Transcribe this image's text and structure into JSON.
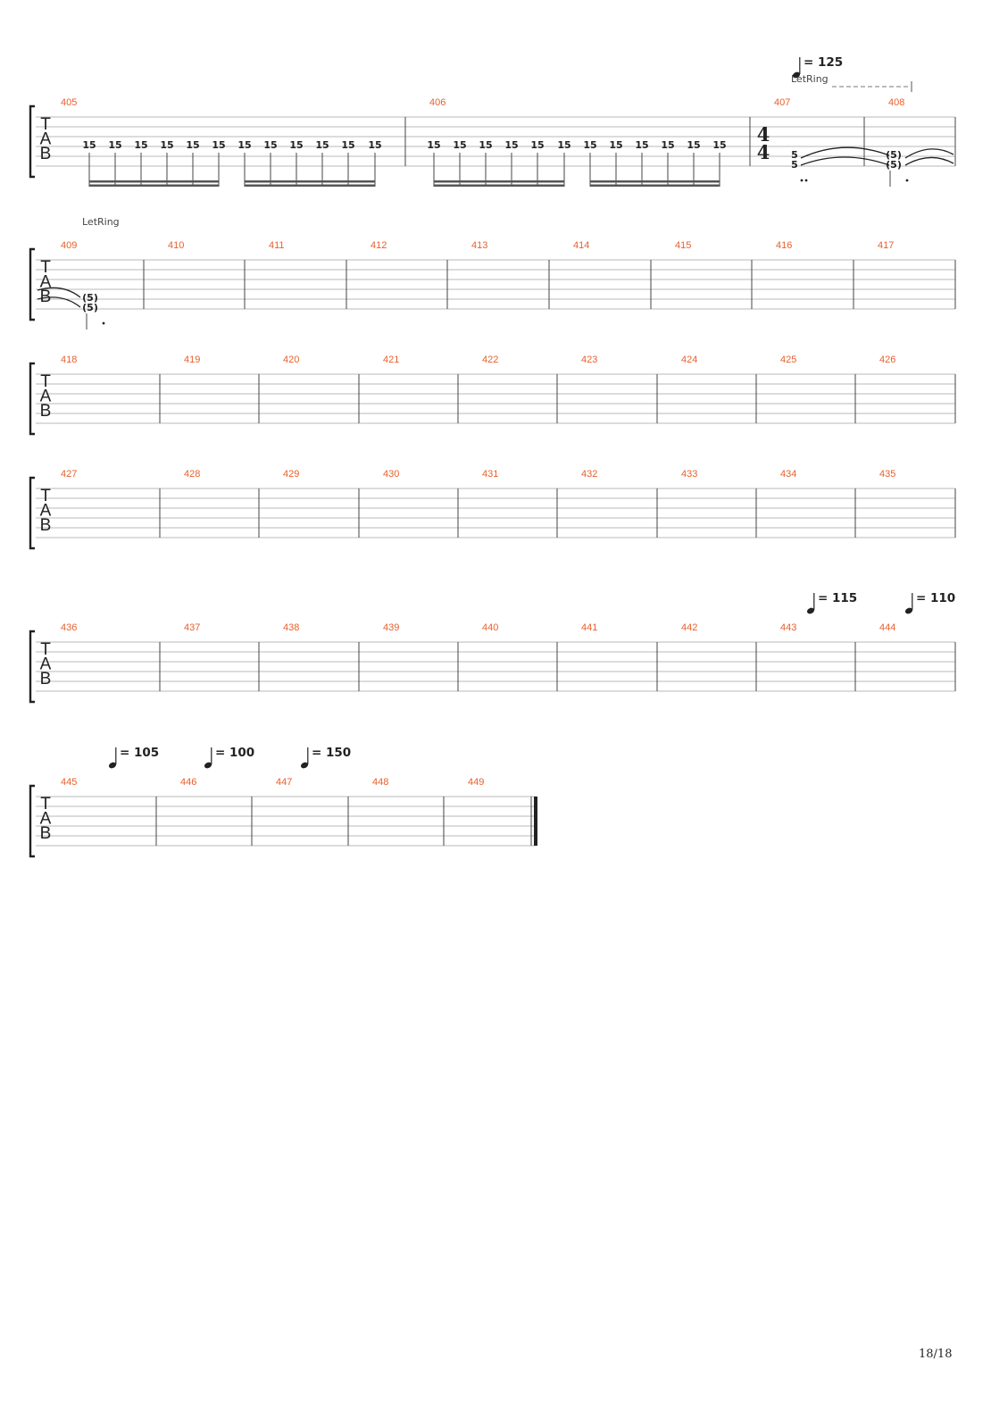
{
  "page": {
    "number": "18/18"
  },
  "tab_letters": [
    "T",
    "A",
    "B"
  ],
  "let_ring_label": "LetRing",
  "tempo_prefix": "= ",
  "time_signature": {
    "top": "4",
    "bottom": "4"
  },
  "systems": [
    {
      "measures": [
        "405",
        "406",
        "407",
        "408"
      ],
      "tempos": [
        "125"
      ],
      "let_ring": true,
      "notes": {
        "405": [
          "15",
          "15",
          "15",
          "15",
          "15",
          "15",
          "15",
          "15",
          "15",
          "15",
          "15",
          "15"
        ],
        "406": [
          "15",
          "15",
          "15",
          "15",
          "15",
          "15",
          "15",
          "15",
          "15",
          "15",
          "15",
          "15"
        ],
        "407": [
          "5",
          "5"
        ],
        "408": [
          "(5)",
          "(5)"
        ]
      }
    },
    {
      "measures": [
        "409",
        "410",
        "411",
        "412",
        "413",
        "414",
        "415",
        "416",
        "417"
      ],
      "tempos": [],
      "let_ring": true,
      "notes": {
        "409": [
          "(5)",
          "(5)"
        ]
      }
    },
    {
      "measures": [
        "418",
        "419",
        "420",
        "421",
        "422",
        "423",
        "424",
        "425",
        "426"
      ],
      "tempos": [],
      "let_ring": false
    },
    {
      "measures": [
        "427",
        "428",
        "429",
        "430",
        "431",
        "432",
        "433",
        "434",
        "435"
      ],
      "tempos": [],
      "let_ring": false
    },
    {
      "measures": [
        "436",
        "437",
        "438",
        "439",
        "440",
        "441",
        "442",
        "443",
        "444"
      ],
      "tempos": [
        "115",
        "110"
      ],
      "let_ring": false
    },
    {
      "measures": [
        "445",
        "446",
        "447",
        "448",
        "449"
      ],
      "tempos": [
        "105",
        "100",
        "150"
      ],
      "let_ring": false
    }
  ]
}
